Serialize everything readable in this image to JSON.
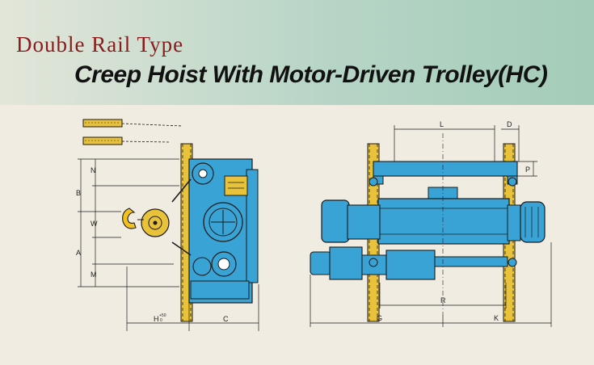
{
  "header": {
    "subtitle": "Double Rail Type",
    "title": "Creep Hoist With Motor-Driven Trolley(HC)"
  },
  "dimensions": {
    "N": "N",
    "B": "B",
    "W": "W",
    "A": "A",
    "M": "M",
    "H": "H",
    "H_tol_upper": "+50",
    "H_tol_lower": "0",
    "C": "C",
    "L": "L",
    "D": "D",
    "P": "P",
    "R": "R",
    "G": "G",
    "K": "K"
  },
  "colors": {
    "body": "#3aa3d6",
    "rail": "#e8c23a",
    "outline": "#1b1b1b",
    "hook": "#f2c21a"
  }
}
